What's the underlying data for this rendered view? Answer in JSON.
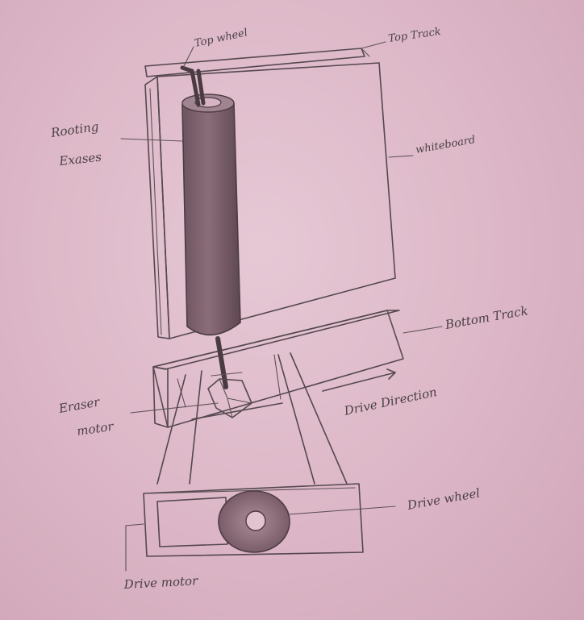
{
  "labels": {
    "top_wheel": "Top wheel",
    "top_track": "Top Track",
    "rotating_1": "Rooting",
    "rotating_2": "Exases",
    "whiteboard": "whiteboard",
    "bottom_track": "Bottom Track",
    "eraser_motor_1": "Eraser",
    "eraser_motor_2": "motor",
    "drive_direction": "Drive Direction",
    "drive_wheel": "Drive wheel",
    "drive_motor": "Drive motor"
  },
  "colors": {
    "paper": "#dcb7c6",
    "pencil": "#55484f",
    "shade": "#8a6a76"
  }
}
